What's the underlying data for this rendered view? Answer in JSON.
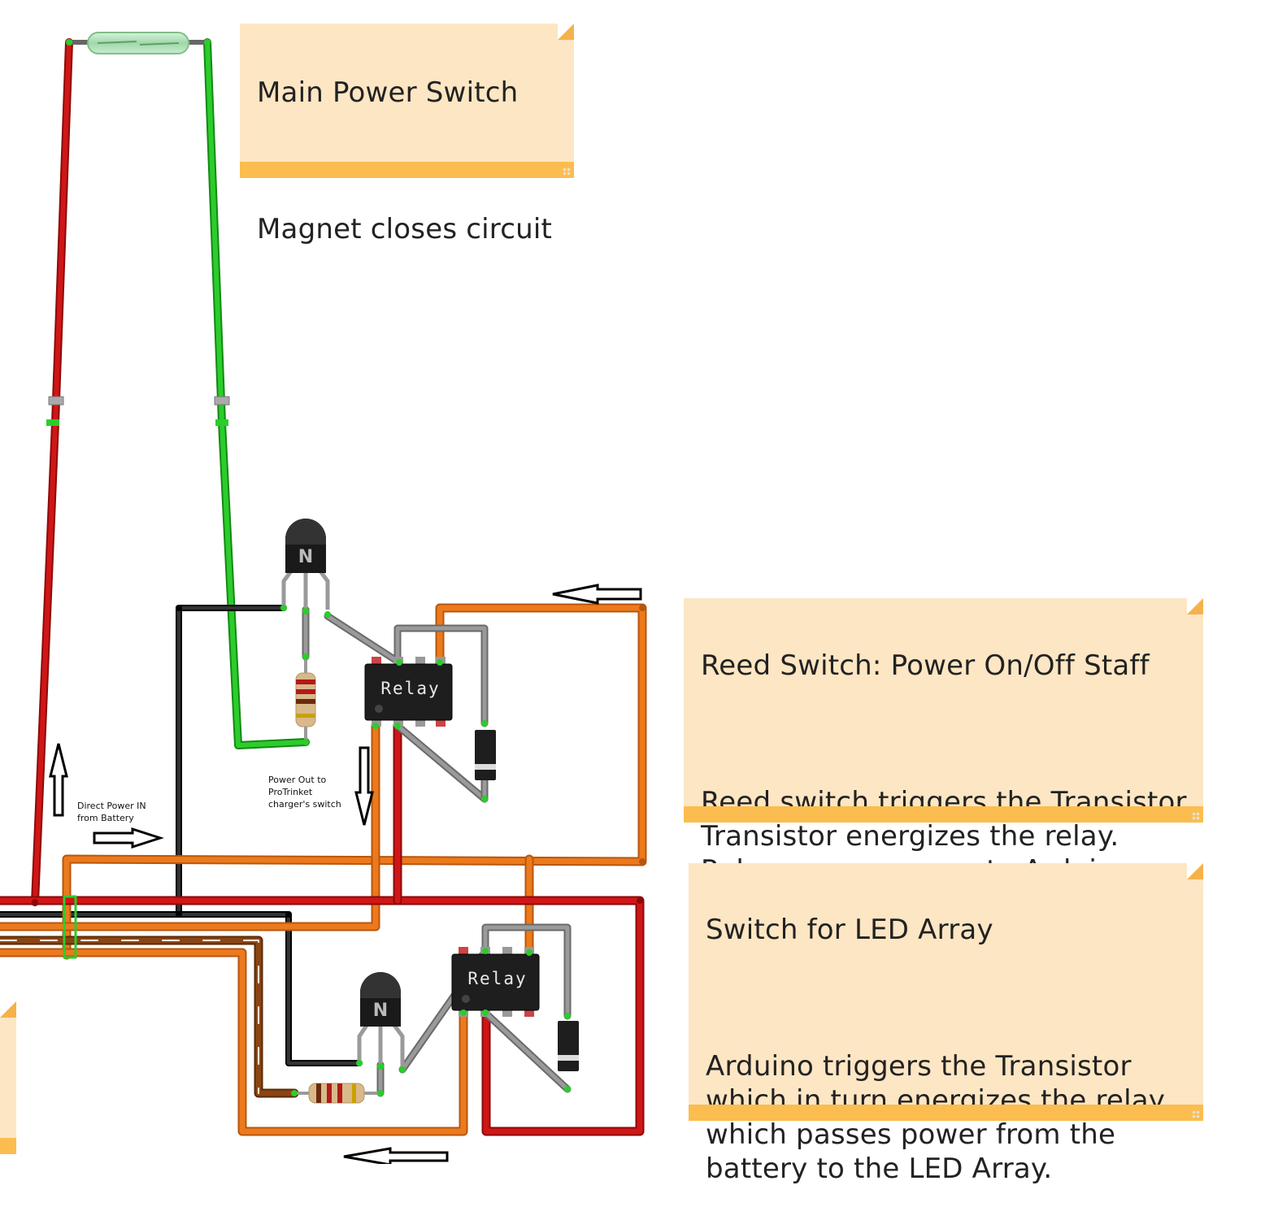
{
  "notes": {
    "main_power": {
      "title": "Main Power Switch",
      "body": "Magnet closes circuit"
    },
    "reed_switch": {
      "title": "Reed Switch: Power On/Off Staff",
      "body": "Reed switch triggers the Transistor\nTransistor energizes the relay.\nRelay passes power to Arduino"
    },
    "led_switch": {
      "title": "Switch for LED Array",
      "body": "Arduino triggers the Transistor\nwhich in turn energizes the relay\nwhich passes power from the\nbattery to the LED Array."
    }
  },
  "labels": {
    "direct_power": "Direct Power IN\nfrom Battery",
    "power_out": "Power Out to\nProTrinket\ncharger's switch"
  },
  "components": {
    "relay_top": "Relay",
    "relay_bottom": "Relay",
    "transistor_mark": "N"
  },
  "colors": {
    "wire_red": "#cc1414",
    "wire_green": "#22bb22",
    "wire_orange": "#e8731a",
    "wire_black": "#222222",
    "wire_gray": "#8a8a8a",
    "wire_brown": "#8b4513",
    "note_bg": "#fde6c3",
    "note_bar": "#fbbd4f"
  }
}
